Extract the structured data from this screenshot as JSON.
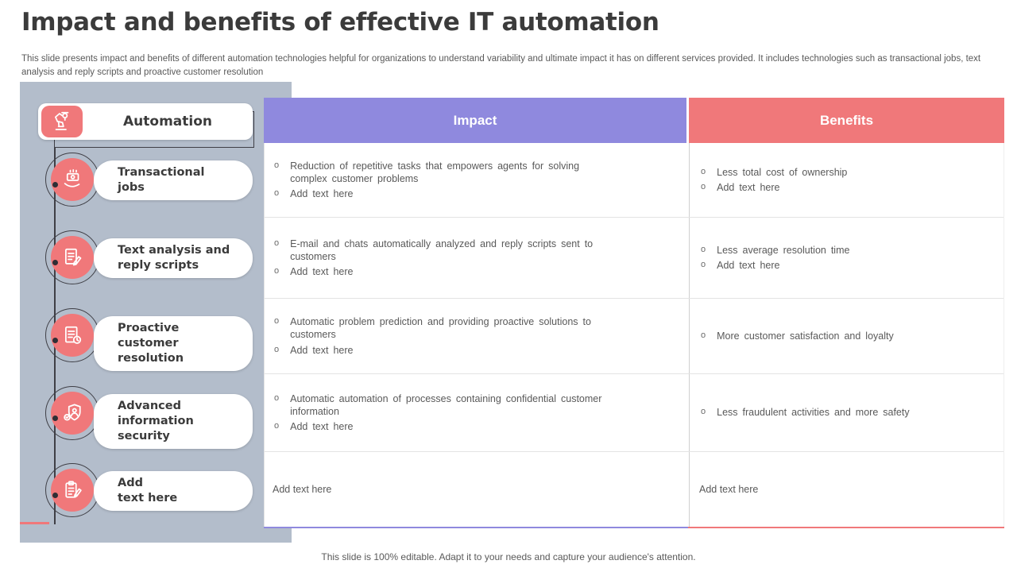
{
  "slide": {
    "title": "Impact and benefits of effective IT automation",
    "description": "This slide presents impact and benefits of different automation technologies helpful for organizations to understand variability and ultimate impact it has on different services provided. It includes technologies such as transactional jobs, text analysis and reply scripts and proactive customer resolution",
    "footer": "This slide is 100% editable. Adapt it to your needs and capture your audience's attention."
  },
  "sidebar": {
    "header": {
      "label": "Automation",
      "icon": "robot-arm-icon"
    },
    "items": [
      {
        "label": "Transactional\njobs",
        "icon": "hand-money-icon"
      },
      {
        "label": "Text analysis and\nreply scripts",
        "icon": "document-pen-icon"
      },
      {
        "label": "Proactive\ncustomer resolution",
        "icon": "document-clock-icon"
      },
      {
        "label": "Advanced\ninformation security",
        "icon": "shield-user-icon"
      },
      {
        "label": "Add\ntext here",
        "icon": "clipboard-pen-icon"
      }
    ]
  },
  "table": {
    "columns": [
      {
        "label": "Impact",
        "color": "#8f89de"
      },
      {
        "label": "Benefits",
        "color": "#f0787a"
      }
    ],
    "rows": [
      {
        "impact": {
          "bullets": [
            "Reduction of repetitive tasks that empowers agents for solving complex customer problems",
            "Add text here"
          ]
        },
        "benefits": {
          "bullets": [
            "Less total cost of ownership",
            "Add text here"
          ]
        }
      },
      {
        "impact": {
          "bullets": [
            "E-mail and chats automatically analyzed and reply scripts sent to customers",
            "Add text here"
          ]
        },
        "benefits": {
          "bullets": [
            "Less average resolution time",
            "Add text here"
          ]
        }
      },
      {
        "impact": {
          "bullets": [
            "Automatic problem prediction and providing proactive solutions to customers",
            "Add text here"
          ]
        },
        "benefits": {
          "bullets": [
            "More customer satisfaction and loyalty"
          ]
        }
      },
      {
        "impact": {
          "bullets": [
            "Automatic automation of processes containing confidential customer information",
            "Add text here"
          ]
        },
        "benefits": {
          "bullets": [
            "Less fraudulent activities and more safety"
          ]
        }
      },
      {
        "impact": {
          "text": "Add text here"
        },
        "benefits": {
          "text": "Add text here"
        }
      }
    ]
  },
  "colors": {
    "panel_background": "#b3bdcb",
    "accent_red": "#f0787a",
    "accent_purple": "#8f89de",
    "body_text": "#595959",
    "heading_text": "#3b3b3b"
  }
}
